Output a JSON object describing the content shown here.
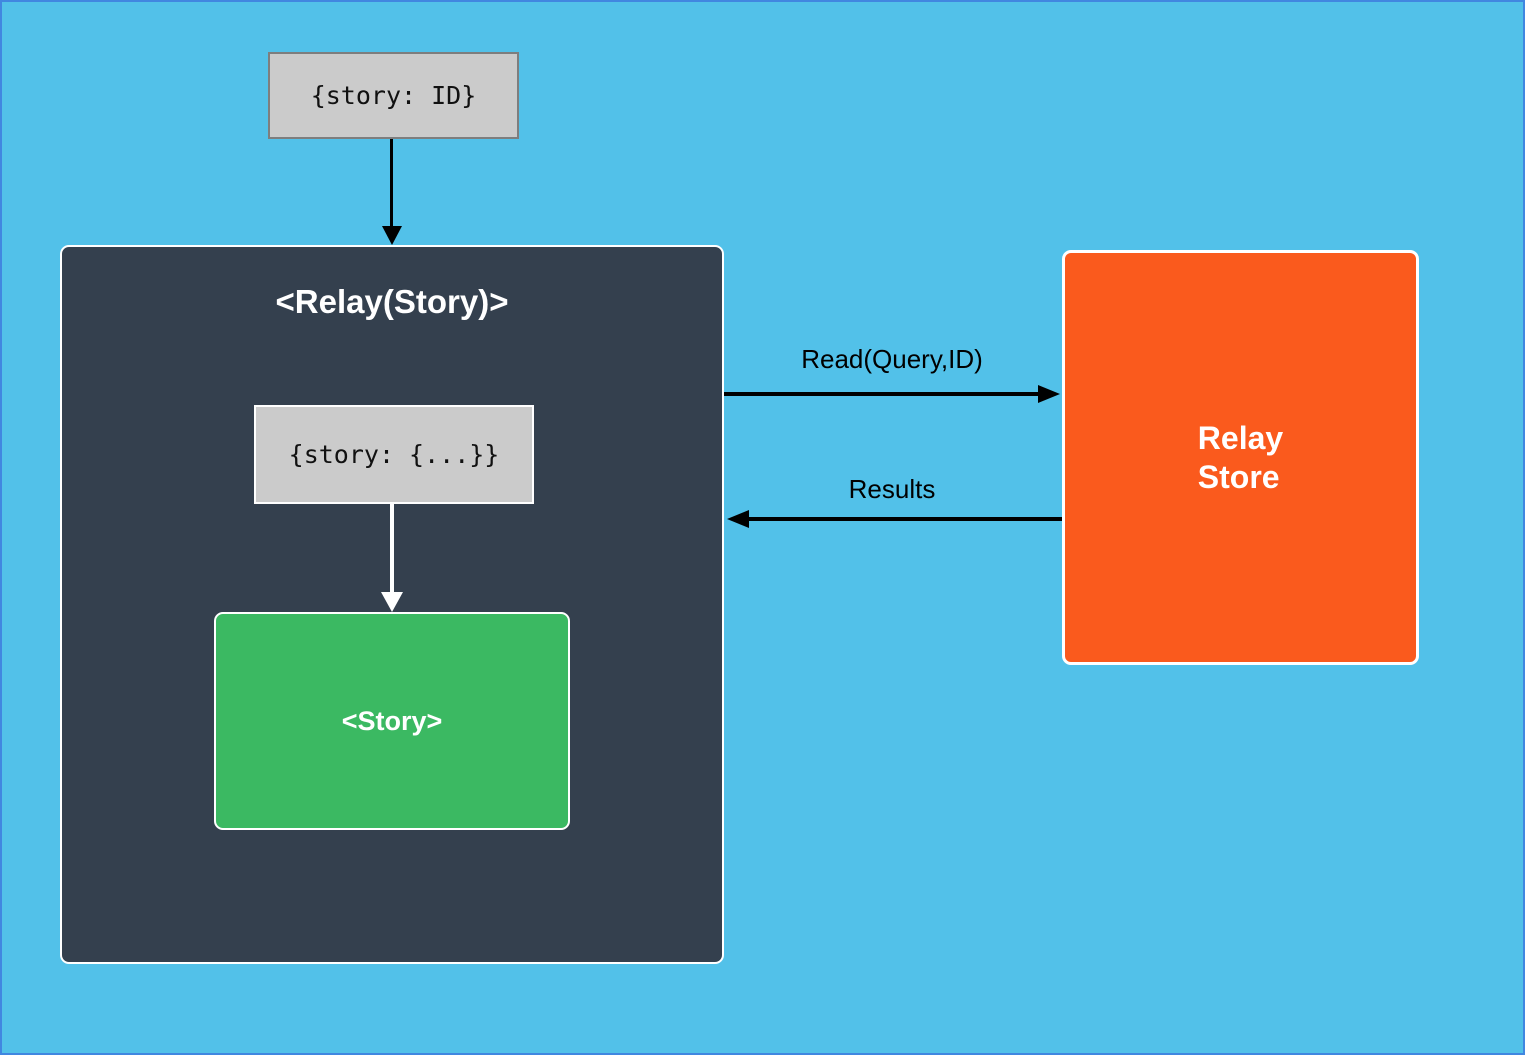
{
  "diagram": {
    "input_box": {
      "label": "{story: ID}"
    },
    "relay_component": {
      "title": "<Relay(Story)>",
      "props_box": {
        "label": "{story: {...}}"
      },
      "story_box": {
        "label": "<Story>"
      }
    },
    "relay_store": {
      "line1": "Relay",
      "line2": "Store"
    },
    "arrows": {
      "read": {
        "label": "Read(Query,ID)",
        "direction": "right"
      },
      "results": {
        "label": "Results",
        "direction": "left"
      }
    }
  },
  "colors": {
    "page_background": "#52C1E9",
    "page_border": "#4187E0",
    "component_background": "#34404E",
    "story_background": "#3BB962",
    "store_background": "#FA5A1D",
    "code_box_background": "#CBCBCB",
    "code_box_border": "#7E7E7E",
    "arrow_black": "#000000",
    "arrow_white": "#FFFFFF"
  }
}
